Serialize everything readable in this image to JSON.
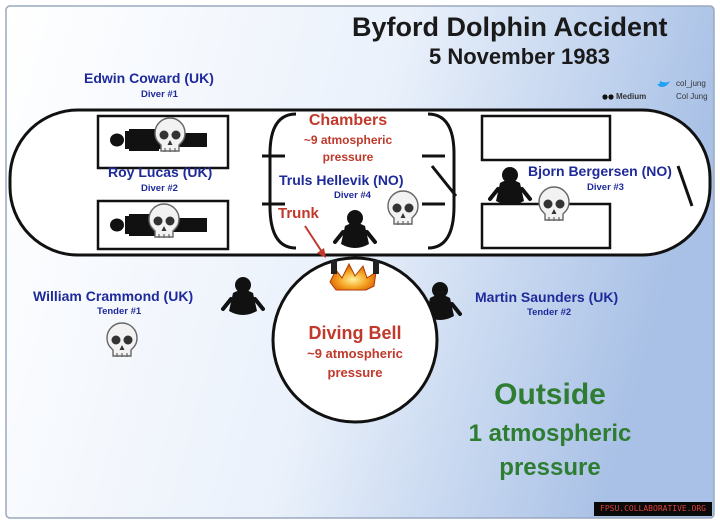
{
  "title": "Byford Dolphin Accident",
  "date": "5 November 1983",
  "credits": {
    "twitter": "col_jung",
    "medium_label": "Medium",
    "medium_handle": "Col Jung"
  },
  "chambers": {
    "label": "Chambers",
    "pressure_line1": "~9 atmospheric",
    "pressure_line2": "pressure"
  },
  "trunk_label": "Trunk",
  "diving_bell": {
    "label": "Diving Bell",
    "pressure_line1": "~9 atmospheric",
    "pressure_line2": "pressure"
  },
  "outside": {
    "label": "Outside",
    "line1": "1 atmospheric",
    "line2": "pressure"
  },
  "people": [
    {
      "name": "Edwin Coward (UK)",
      "role": "Diver #1"
    },
    {
      "name": "Roy Lucas (UK)",
      "role": "Diver #2"
    },
    {
      "name": "Truls Hellevik (NO)",
      "role": "Diver #4"
    },
    {
      "name": "Bjorn Bergersen (NO)",
      "role": "Diver #3"
    },
    {
      "name": "William Crammond (UK)",
      "role": "Tender #1"
    },
    {
      "name": "Martin Saunders (UK)",
      "role": "Tender #2"
    }
  ],
  "watermark": "FPSU.COLLABORATIVE.ORG",
  "colors": {
    "names": "#1f2a9a",
    "red_labels": "#c0392b",
    "outside": "#2e7d32",
    "background_left": "#ffffff",
    "background_right": "#a9c1e6"
  },
  "icons": [
    "skull-icon",
    "body-silhouette-icon",
    "person-crouched-icon",
    "explosion-icon",
    "twitter-icon",
    "medium-icon"
  ]
}
